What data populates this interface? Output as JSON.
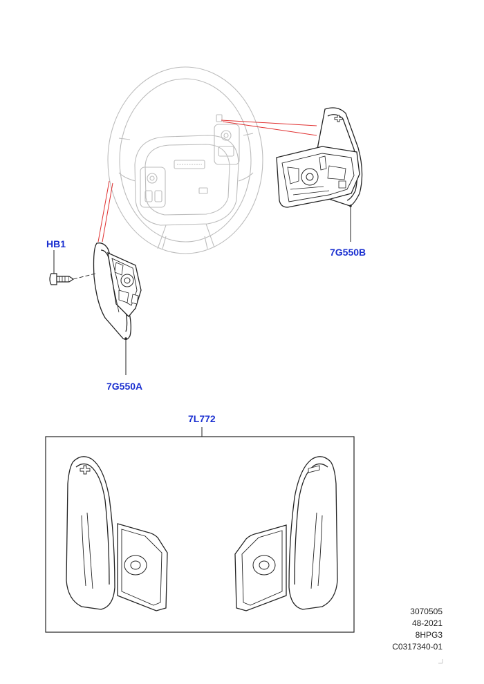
{
  "callouts": {
    "hb1": "HB1",
    "paddle_left": "7G550A",
    "paddle_right": "7G550B",
    "kit": "7L772"
  },
  "meta": {
    "line1": "3070505",
    "line2": "48-2021",
    "line3": "8HPG3",
    "line4": "C0317340-01"
  },
  "colors": {
    "callout": "#1a2fd0",
    "leader_red": "#e03030",
    "line": "#222222",
    "faint": "#bcbcbc"
  }
}
